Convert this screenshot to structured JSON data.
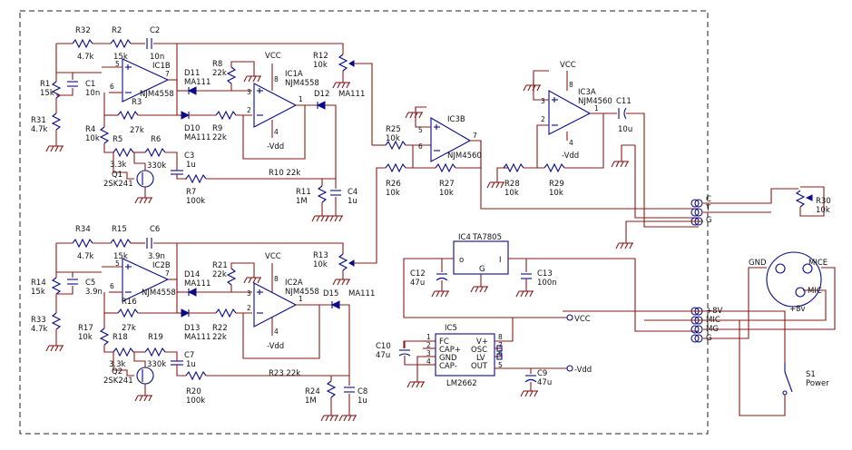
{
  "labels": {
    "R32": "R32",
    "R32v": "4.7k",
    "R2": "R2",
    "R2v": "15k",
    "C2": "C2",
    "C2v": "10n",
    "R1": "R1",
    "R1v": "15k",
    "C1": "C1",
    "C1v": "10n",
    "R31": "R31",
    "R31v": "4.7k",
    "IC1B": "IC1B",
    "IC1Bt": "NJM4558",
    "R3": "R3",
    "R3v": "27k",
    "R4": "R4",
    "R4v": "10k",
    "R5": "R5",
    "R5v": "3.3k",
    "R6": "R6",
    "R6v": "330k",
    "C3": "C3",
    "C3v": "1u",
    "Q1": "Q1",
    "Q1v": "2SK241",
    "R7": "R7",
    "R7v": "100k",
    "D11": "D11",
    "D11v": "MA111",
    "D10": "D10",
    "D10v": "MA111",
    "R8": "R8",
    "R8v": "22k",
    "R9": "R9",
    "R9v": "22k",
    "VCC1": "VCC",
    "IC1A": "IC1A",
    "IC1At": "NJM4558",
    "mVdd1": "-Vdd",
    "R10": "R10 22k",
    "R11": "R11",
    "R11v": "1M",
    "C4": "C4",
    "C4v": "1u",
    "R12": "R12",
    "R12v": "10k",
    "D12": "D12",
    "D12v": "MA111",
    "R25": "R25",
    "R25v": "10k",
    "R26": "R26",
    "R26v": "10k",
    "R27": "R27",
    "R27v": "10k",
    "IC3B": "IC3B",
    "IC3Bt": "NJM4560",
    "R28": "R28",
    "R28v": "10k",
    "R29": "R29",
    "R29v": "10k",
    "IC3A": "IC3A",
    "IC3At": "NJM4560",
    "VCC3": "VCC",
    "mVdd3": "-Vdd",
    "C11": "C11",
    "C11v": "10u",
    "R30": "R30",
    "R30v": "10k",
    "C": "C",
    "T": "T",
    "G": "G",
    "R34": "R34",
    "R34v": "4.7k",
    "R15": "R15",
    "R15v": "15k",
    "C6": "C6",
    "C6v": "3.9n",
    "R14": "R14",
    "R14v": "15k",
    "C5": "C5",
    "C5v": "3.9n",
    "R33": "R33",
    "R33v": "4.7k",
    "IC2B": "IC2B",
    "IC2Bt": "NJM4558",
    "R16": "R16",
    "R16v": "27k",
    "R17": "R17",
    "R17v": "10k",
    "R18": "R18",
    "R18v": "3.3k",
    "R19": "R19",
    "R19v": "330k",
    "C7": "C7",
    "C7v": "1u",
    "Q2": "Q2",
    "Q2v": "2SK241",
    "R20": "R20",
    "R20v": "100k",
    "D14": "D14",
    "D14v": "MA111",
    "D13": "D13",
    "D13v": "MA111",
    "R21": "R21",
    "R21v": "22k",
    "R22": "R22",
    "R22v": "22k",
    "VCC2": "VCC",
    "IC2A": "IC2A",
    "IC2At": "NJM4558",
    "mVdd2": "-Vdd",
    "D15": "D15",
    "D15v": "MA111",
    "R23": "R23 22k",
    "R24": "R24",
    "R24v": "1M",
    "C8": "C8",
    "C8v": "1u",
    "R13": "R13",
    "R13v": "10k",
    "IC4": "IC4",
    "IC4t": "TA7805",
    "IC4o": "o",
    "IC4i": "I",
    "IC4g": "G",
    "C12": "C12",
    "C12v": "47u",
    "C13": "C13",
    "C13v": "100n",
    "IC5": "IC5",
    "IC5t": "LM2662",
    "FC": "FC",
    "CAPP": "CAP+",
    "GND5": "GND",
    "CAPM": "CAP-",
    "VP": "V+",
    "OSC": "OSC",
    "LV": "LV",
    "OUT": "OUT",
    "C10": "C10",
    "C10v": "47u",
    "C9": "C9",
    "C9v": "47u",
    "VCCo": "VCC",
    "Vddo": "-Vdd",
    "p8v": "+8V",
    "MIC": "MIC",
    "MG": "MG",
    "G2": "G",
    "GND": "GND",
    "MICE": "MICE",
    "MICin": "MIC",
    "p8vin": "+8v",
    "S1": "S1",
    "S1v": "Power"
  }
}
